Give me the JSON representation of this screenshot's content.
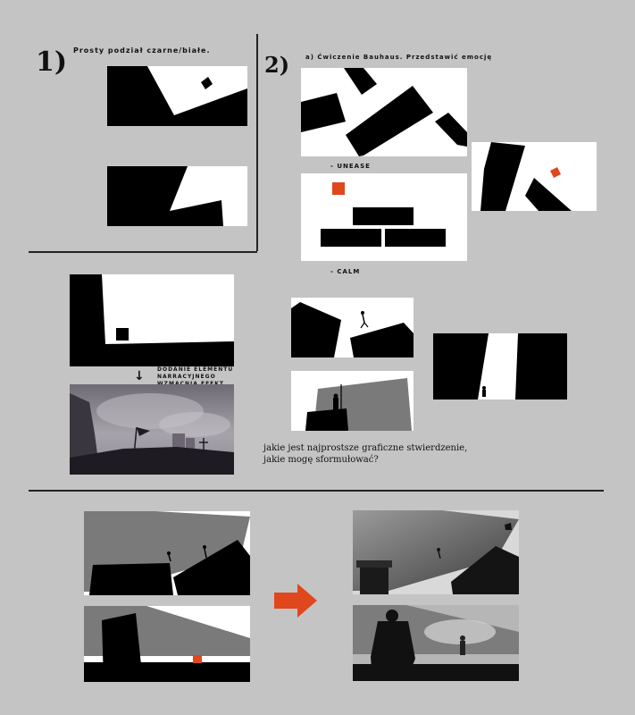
{
  "section1": {
    "number": "1)",
    "title": "Prosty podział czarne/białe."
  },
  "section2": {
    "number": "2)",
    "title": "a) Ćwiczenie Bauhaus. Przedstawić emocję",
    "label_unease": "- UNEASE",
    "label_calm": "- CALM"
  },
  "middle": {
    "arrow_note": "DODANIE ELEMENTU NARRACYJNEGO WZMACNIA EFEKT"
  },
  "question": "jakie jest najprostsze graficzne stwierdzenie, jakie mogę sformułować?",
  "colors": {
    "background": "#c4c4c4",
    "black": "#000000",
    "white": "#ffffff",
    "accent": "#e0471d",
    "gray": "#7a7a7a"
  }
}
